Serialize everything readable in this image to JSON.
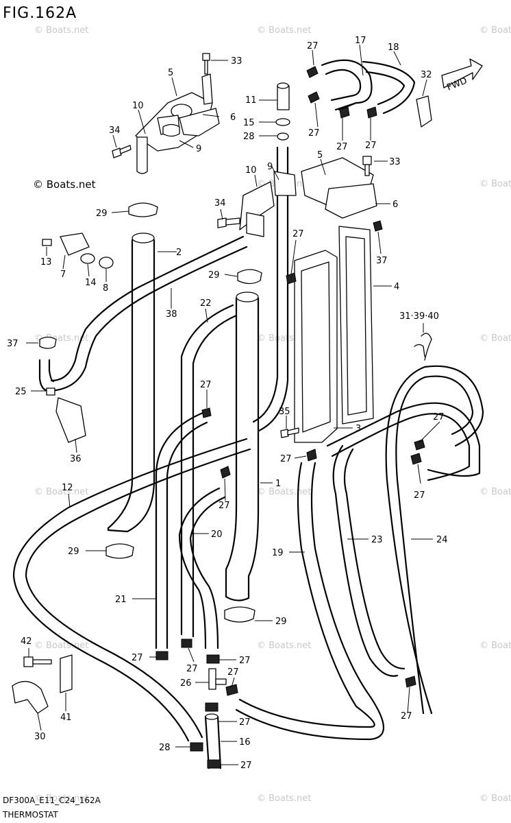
{
  "figure": {
    "title": "FIG.162A",
    "code": "DF300A_E11_C24_162A",
    "name": "THERMOSTAT"
  },
  "watermark": {
    "text": "© Boats.net",
    "main_text": "© Boats.net"
  },
  "fwd_label": "FWD",
  "labels": {
    "l1": "1",
    "l2": "2",
    "l3": "3",
    "l4": "4",
    "l5a": "5",
    "l5b": "5",
    "l6a": "6",
    "l6b": "6",
    "l7": "7",
    "l8": "8",
    "l9a": "9",
    "l9b": "9",
    "l10a": "10",
    "l10b": "10",
    "l11": "11",
    "l12": "12",
    "l13": "13",
    "l14": "14",
    "l15": "15",
    "l16": "16",
    "l17": "17",
    "l18": "18",
    "l19": "19",
    "l20": "20",
    "l21": "21",
    "l22": "22",
    "l23": "23",
    "l24": "24",
    "l25": "25",
    "l26": "26",
    "l27a": "27",
    "l27b": "27",
    "l27c": "27",
    "l27d": "27",
    "l27e": "27",
    "l27f": "27",
    "l27g": "27",
    "l27h": "27",
    "l27i": "27",
    "l27j": "27",
    "l27k": "27",
    "l27l": "27",
    "l27m": "27",
    "l27n": "27",
    "l27o": "27",
    "l27p": "27",
    "l27q": "27",
    "l28a": "28",
    "l28b": "28",
    "l29a": "29",
    "l29b": "29",
    "l29c": "29",
    "l29d": "29",
    "l30": "30",
    "l31": "31·39·40",
    "l32": "32",
    "l33a": "33",
    "l33b": "33",
    "l34a": "34",
    "l34b": "34",
    "l35": "35",
    "l36": "36",
    "l37a": "37",
    "l37b": "37",
    "l38": "38",
    "l41": "41",
    "l42": "42"
  }
}
